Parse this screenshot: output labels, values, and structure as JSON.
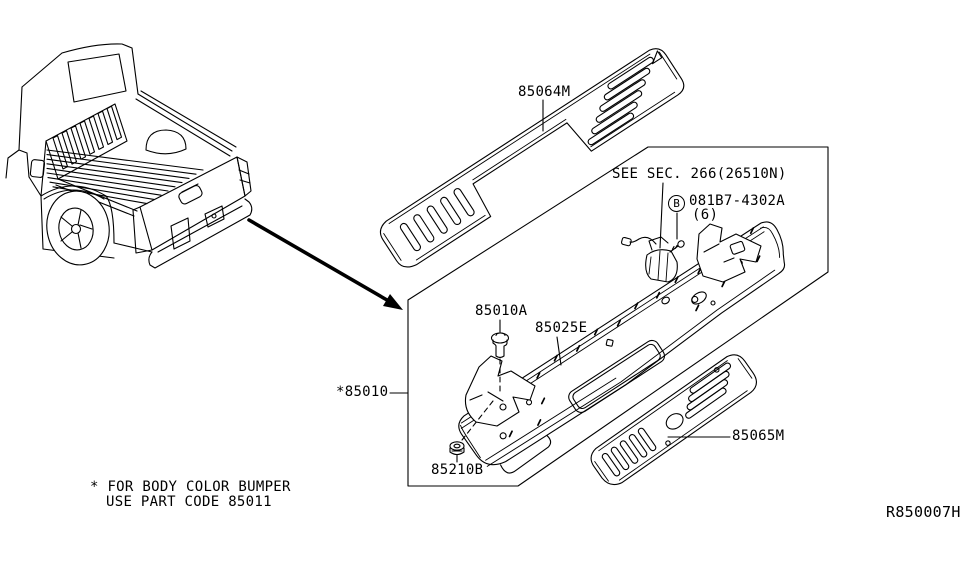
{
  "diagram": {
    "background": "#ffffff",
    "line_color": "#000000",
    "ref_code": "R850007H",
    "footnote": {
      "line1": "* FOR BODY COLOR BUMPER",
      "line2": "USE PART CODE 85011"
    },
    "callouts": {
      "step_pad_upper": "85064M",
      "see_section": "SEE SEC. 266(26510N)",
      "bolt_b_letter": "B",
      "bolt_b_part": "081B7-4302A",
      "bolt_b_qty": "(6)",
      "bolt_small": "85010A",
      "bumper_face": "85025E",
      "bumper_assembly": "*85010",
      "nut": "85210B",
      "step_pad_lower": "85065M"
    }
  }
}
